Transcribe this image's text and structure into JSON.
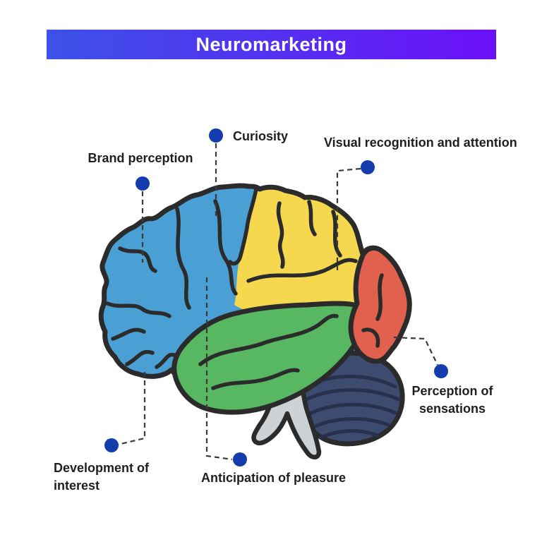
{
  "banner": {
    "title": "Neuromarketing",
    "bg_gradient_left": "#3C52E8",
    "bg_gradient_right": "#6B10F8",
    "text_color": "#FFFFFF"
  },
  "labels": {
    "curiosity": {
      "text": "Curiosity"
    },
    "brand_perception": {
      "text": "Brand perception"
    },
    "visual_recognition": {
      "text": "Visual recognition and attention"
    },
    "perception_sensations": {
      "line1": "Perception of",
      "line2": "sensations"
    },
    "development_interest": {
      "line1": "Development of",
      "line2": "interest"
    },
    "anticipation_pleasure": {
      "text": "Anticipation of pleasure"
    }
  },
  "brain": {
    "outline_color": "#2B2B2B",
    "marker_color": "#143CAC",
    "connector_color": "#3A3A3A",
    "ridge_color": "#27304D",
    "regions": [
      {
        "name": "frontal-lobe",
        "color": "#4A9FD4"
      },
      {
        "name": "parietal-lobe",
        "color": "#F6D84F"
      },
      {
        "name": "temporal-lobe",
        "color": "#58B761"
      },
      {
        "name": "occipital-lobe",
        "color": "#E2604E"
      },
      {
        "name": "cerebellum",
        "color": "#3D4B70"
      },
      {
        "name": "brainstem",
        "color": "#CDD2D6"
      }
    ]
  }
}
